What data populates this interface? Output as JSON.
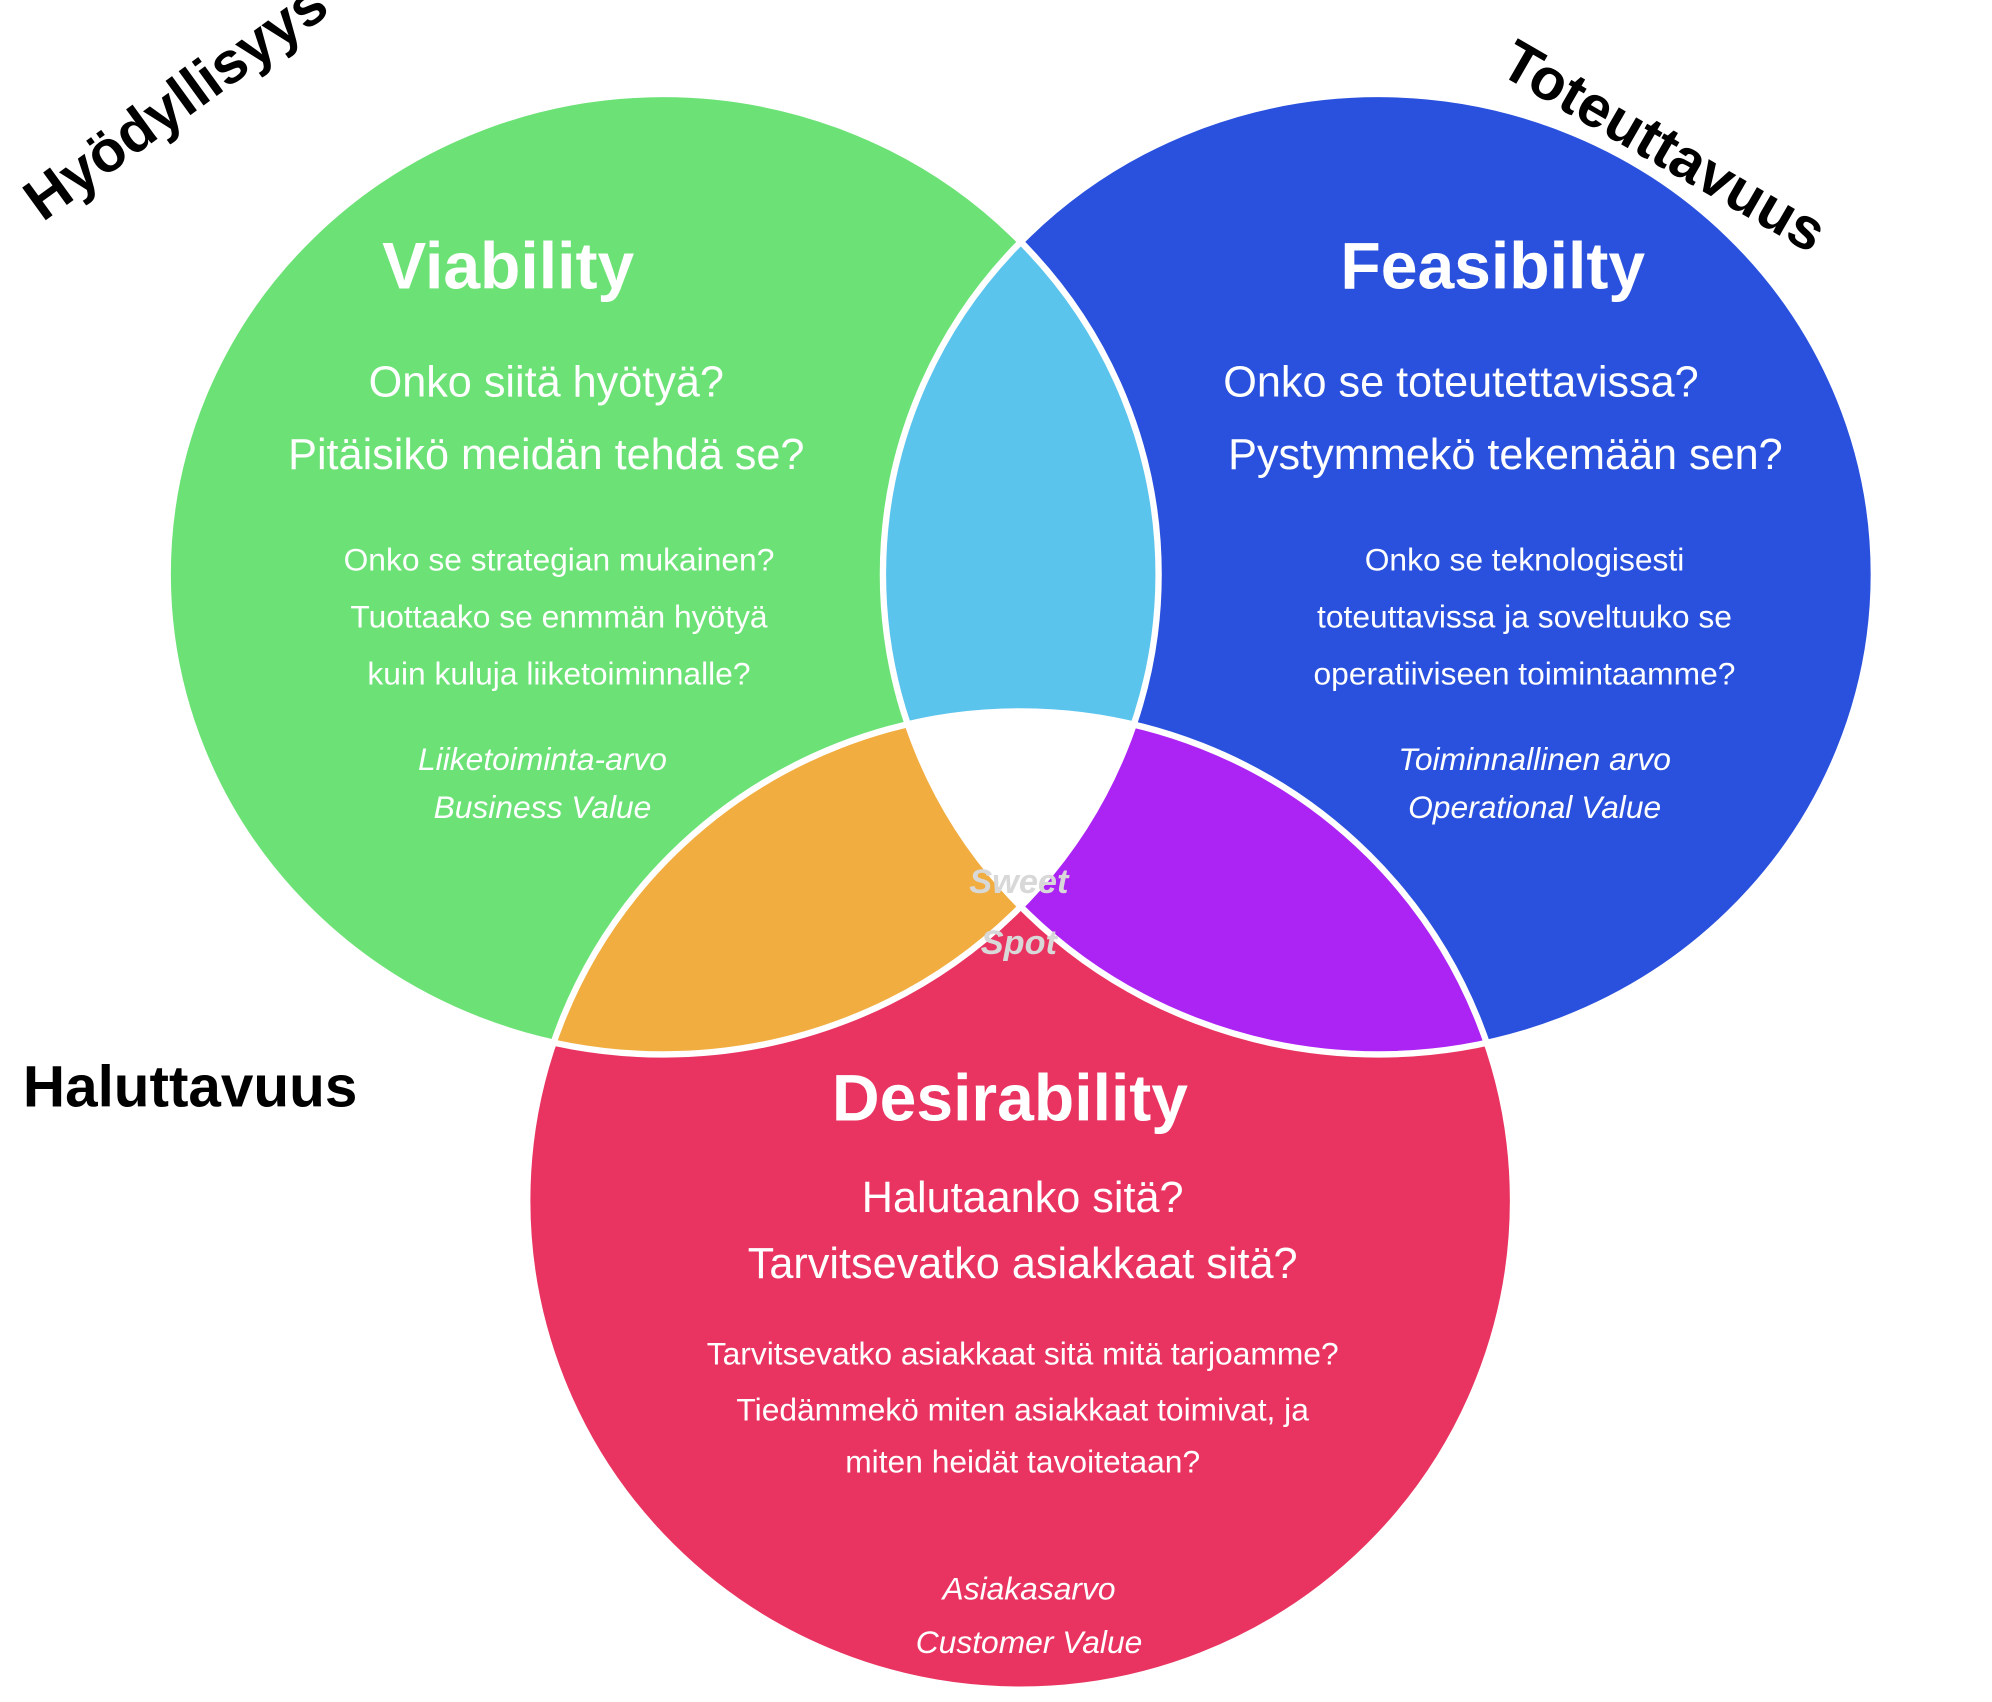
{
  "colors": {
    "viability": "#6ce276",
    "feasibility": "#2a51dd",
    "desirability": "#e93461",
    "viability_feasibility": "#5ac4ec",
    "viability_desirability": "#f1ad3f",
    "feasibility_desirability": "#ac24f4",
    "sweet_spot": "#ffffff",
    "sweet_spot_text": "#d8d8d8"
  },
  "outer_labels": {
    "viability": "Hyödyllisyys",
    "feasibility": "Toteuttavuus",
    "desirability": "Haluttavuus"
  },
  "viability": {
    "title": "Viability",
    "questions": [
      "Onko siitä hyötyä?",
      "Pitäisikö meidän tehdä se?"
    ],
    "details": [
      "Onko se strategian mukainen?",
      "Tuottaako se enmmän hyötyä",
      "kuin kuluja liiketoiminnalle?"
    ],
    "value": [
      "Liiketoiminta-arvo",
      "Business Value"
    ]
  },
  "feasibility": {
    "title": "Feasibilty",
    "questions": [
      "Onko se toteutettavissa?",
      "Pystymmekö tekemään sen?"
    ],
    "details": [
      "Onko se teknologisesti",
      "toteuttavissa ja soveltuuko se",
      "operatiiviseen toimintaamme?"
    ],
    "value": [
      "Toiminnallinen arvo",
      "Operational Value"
    ]
  },
  "desirability": {
    "title": "Desirability",
    "questions": [
      "Halutaanko sitä?",
      "Tarvitsevatko asiakkaat sitä?"
    ],
    "details": [
      "Tarvitsevatko asiakkaat sitä mitä tarjoamme?",
      "Tiedämmekö miten asiakkaat toimivat, ja",
      "miten heidät tavoitetaan?"
    ],
    "value": [
      "Asiakasarvo",
      "Customer Value"
    ]
  },
  "sweet_spot": [
    "Sweet",
    "Spot"
  ]
}
